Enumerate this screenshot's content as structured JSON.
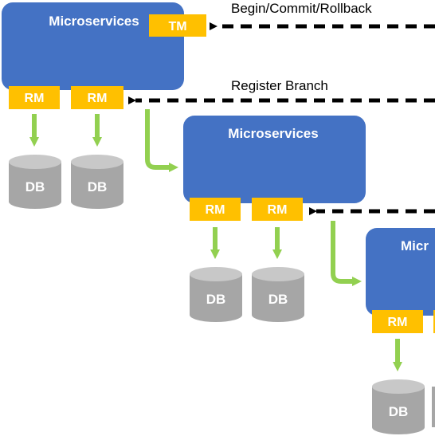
{
  "nodes": {
    "service_1": {
      "label": "Microservices"
    },
    "service_2": {
      "label": "Microservices"
    },
    "service_3": {
      "label": "Micr"
    },
    "tm": {
      "label": "TM"
    },
    "rm_1a": {
      "label": "RM"
    },
    "rm_1b": {
      "label": "RM"
    },
    "rm_2a": {
      "label": "RM"
    },
    "rm_2b": {
      "label": "RM"
    },
    "rm_3a": {
      "label": "RM"
    },
    "db_1a": {
      "label": "DB"
    },
    "db_1b": {
      "label": "DB"
    },
    "db_2a": {
      "label": "DB"
    },
    "db_2b": {
      "label": "DB"
    },
    "db_3a": {
      "label": "DB"
    }
  },
  "edges": {
    "begin_commit_rollback": {
      "label": "Begin/Commit/Rollback"
    },
    "register_branch": {
      "label": "Register Branch"
    }
  },
  "colors": {
    "service_fill": "#4472C4",
    "resource_fill": "#FFC000",
    "resource_text": "#ffffff",
    "db_fill": "#A6A6A6",
    "db_top": "#C8C8C8",
    "green_arrow": "#92D050",
    "dashed_arrow": "#000000"
  }
}
